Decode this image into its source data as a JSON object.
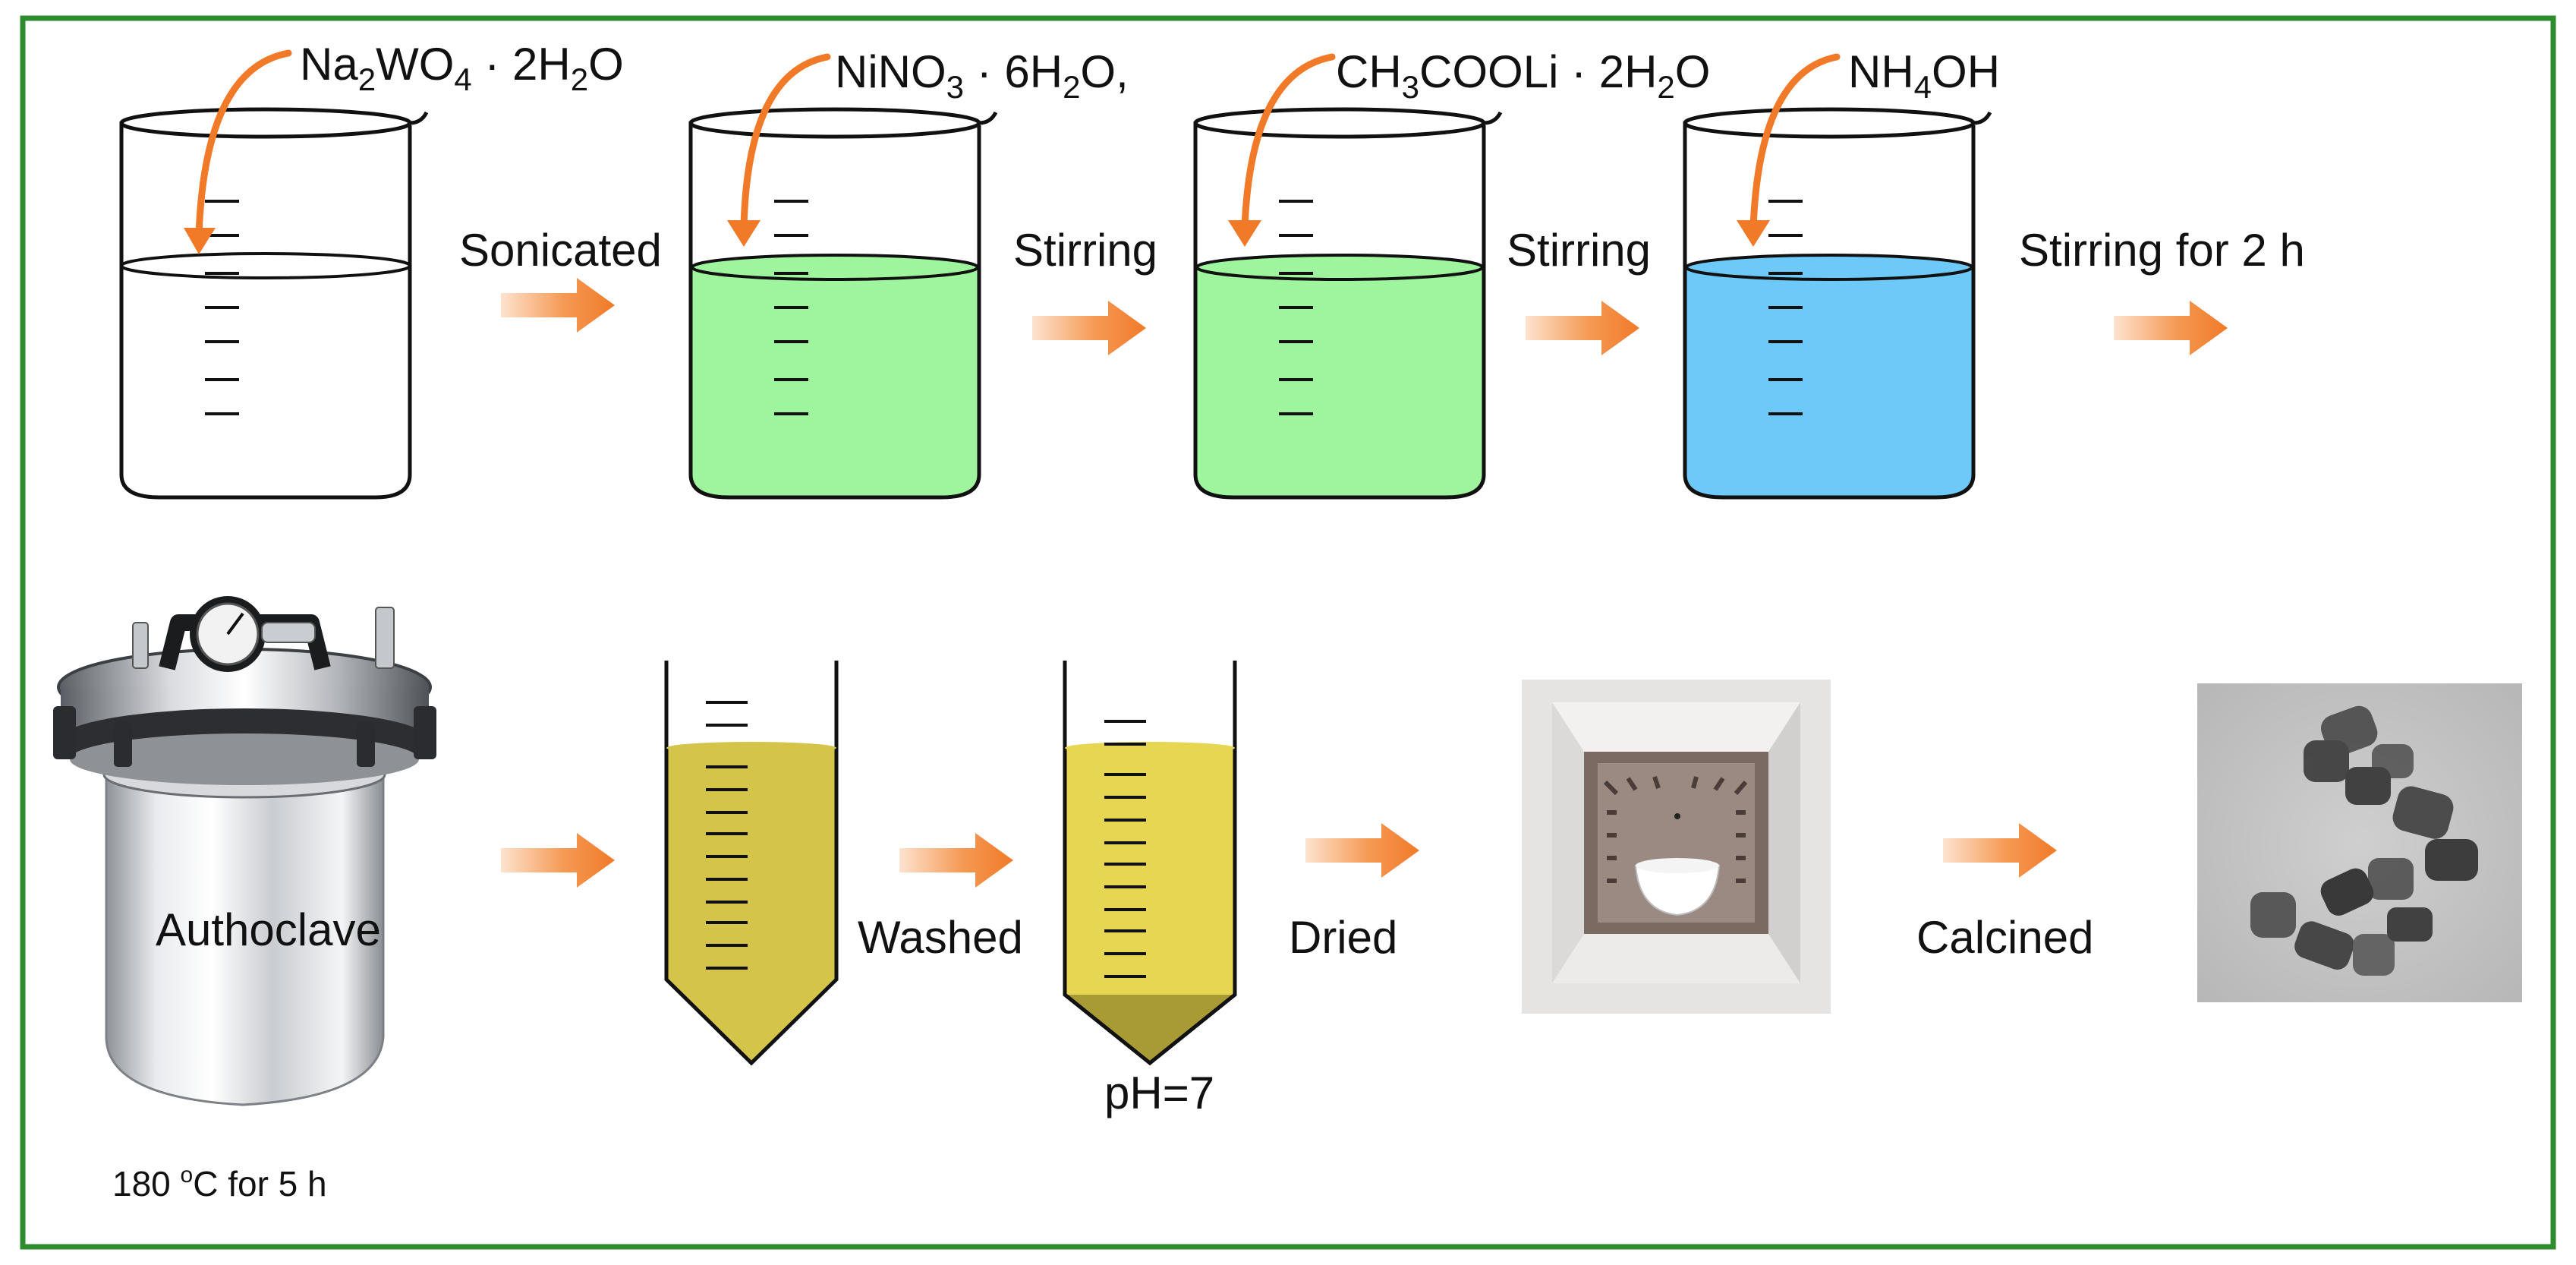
{
  "colors": {
    "frame": "#2e8b2e",
    "arrow": "#f07a28",
    "green_liquid": "#9ef59e",
    "blue_liquid": "#6dc9f7",
    "yellow_liquid": "#d4c44a",
    "yellow_liquid_2": "#e6d652",
    "sediment": "#a89a35"
  },
  "reagents": {
    "r1": {
      "base": "Na",
      "s1": "2",
      "mid": "WO",
      "s2": "4",
      "tail": " · 2H",
      "s3": "2",
      "end": "O"
    },
    "r2": {
      "base": "NiNO",
      "s1": "3",
      "mid": " · 6H",
      "s2": "2",
      "tail": "O,",
      "s3": "",
      "end": ""
    },
    "r3": {
      "base": "CH",
      "s1": "3",
      "mid": "COOLi · 2H",
      "s2": "2",
      "tail": "O",
      "s3": "",
      "end": ""
    },
    "r4": {
      "base": "NH",
      "s1": "4",
      "mid": "OH",
      "s2": "",
      "tail": "",
      "s3": "",
      "end": ""
    }
  },
  "steps": {
    "sonicated": "Sonicated",
    "stirring_1": "Stirring",
    "stirring_2": "Stirring",
    "stirring_3": "Stirring for 2 h",
    "washed": "Washed",
    "dried": "Dried",
    "calcined": "Calcined"
  },
  "labels": {
    "autoclave": "Authoclave",
    "ph": "pH=7",
    "temp_value": "180 ",
    "temp_unit_sup": "o",
    "temp_rest": "C for 5 h"
  },
  "icons": {
    "beaker": "beaker-icon",
    "autoclave": "autoclave-icon",
    "tube": "centrifuge-tube-icon",
    "furnace": "furnace-icon",
    "tem": "tem-image-icon",
    "arrow": "process-arrow-icon"
  }
}
